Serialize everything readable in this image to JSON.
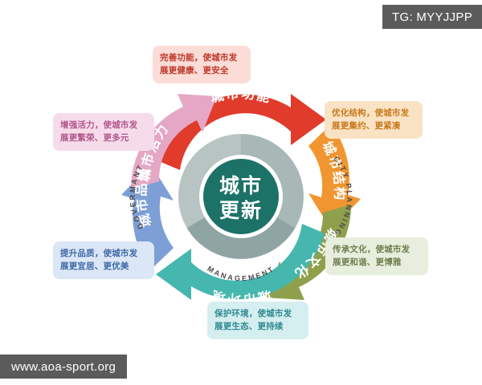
{
  "watermarks": {
    "telegram_badge": "TG: MYYJJPP",
    "site_badge": "www.aoa-sport.org"
  },
  "diagram": {
    "center": {
      "line1": "城市",
      "line2": "更新",
      "color": "#1d7268"
    },
    "inner_ring": [
      {
        "id": "govermant",
        "label": "GOVERMANT",
        "color": "#b7c4c2"
      },
      {
        "id": "city-planning",
        "label": "CITY PLANNING",
        "color": "#a8b8b6"
      },
      {
        "id": "management",
        "label": "MANAGEMENT",
        "color": "#8fa5a3"
      }
    ],
    "arrows": [
      {
        "id": "function",
        "label": "城市功能",
        "color": "#e03b2b",
        "callout_ref": "function"
      },
      {
        "id": "structure",
        "label": "城市结构",
        "color": "#f0952f",
        "callout_ref": "structure"
      },
      {
        "id": "culture",
        "label": "城市文化",
        "color": "#8fa04d",
        "callout_ref": "culture"
      },
      {
        "id": "environment",
        "label": "城市环境",
        "color": "#46b7ae",
        "callout_ref": "environment"
      },
      {
        "id": "quality",
        "label": "城市品质",
        "color": "#7e9fd6",
        "callout_ref": "quality"
      },
      {
        "id": "vitality",
        "label": "城市活力",
        "color": "#e5a7c6",
        "callout_ref": "vitality"
      }
    ]
  },
  "callouts": {
    "function": {
      "line1": "完善功能，使城市发",
      "line2": "展更健康、更安全",
      "bg": "#fbdcd6",
      "fg": "#c0392b"
    },
    "structure": {
      "line1": "优化结构，使城市发",
      "line2": "展更集约、更紧凑",
      "bg": "#fae3c4",
      "fg": "#c87a1e"
    },
    "culture": {
      "line1": "传承文化，使城市发",
      "line2": "展更和谐、更博雅",
      "bg": "#e7eede",
      "fg": "#6f7f4e"
    },
    "environment": {
      "line1": "保护环境，使城市发",
      "line2": "展更生态、更持续",
      "bg": "#d5eef0",
      "fg": "#2f8a92"
    },
    "quality": {
      "line1": "提升品质，使城市发",
      "line2": "展更宜居、更优美",
      "bg": "#dbe6f6",
      "fg": "#3f6aa8"
    },
    "vitality": {
      "line1": "增强活力，使城市发",
      "line2": "展更繁荣、更多元",
      "bg": "#f6dcea",
      "fg": "#b4568c"
    }
  }
}
